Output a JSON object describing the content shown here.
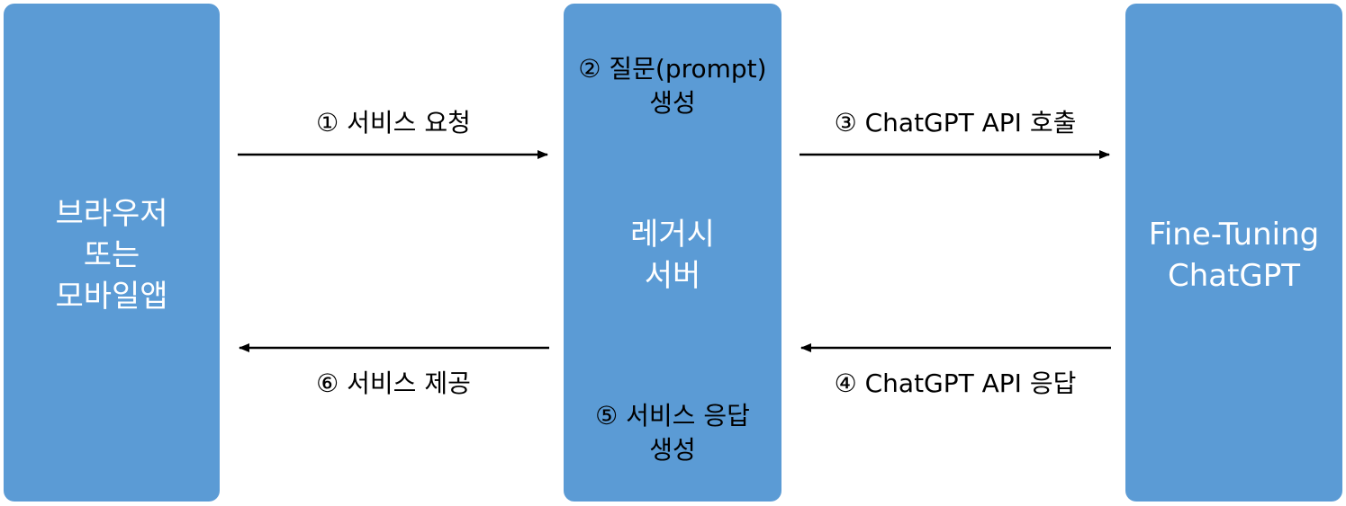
{
  "colors": {
    "box_fill": "#5B9BD5",
    "box_text": "#FFFFFF",
    "label_text": "#000000",
    "arrow": "#000000"
  },
  "nodes": {
    "client": {
      "lines": [
        "브라우저",
        "또는",
        "모바일앱"
      ]
    },
    "server": {
      "lines": [
        "레거시",
        "서버"
      ],
      "step2_lines": [
        "② 질문(prompt)",
        "생성"
      ],
      "step5_lines": [
        "⑤ 서비스 응답",
        "생성"
      ]
    },
    "gpt": {
      "lines": [
        "Fine-Tuning",
        "ChatGPT"
      ]
    }
  },
  "edges": {
    "step1": "① 서비스 요청",
    "step3": "③ ChatGPT API 호출",
    "step4": "④ ChatGPT API 응답",
    "step6": "⑥ 서비스 제공"
  }
}
